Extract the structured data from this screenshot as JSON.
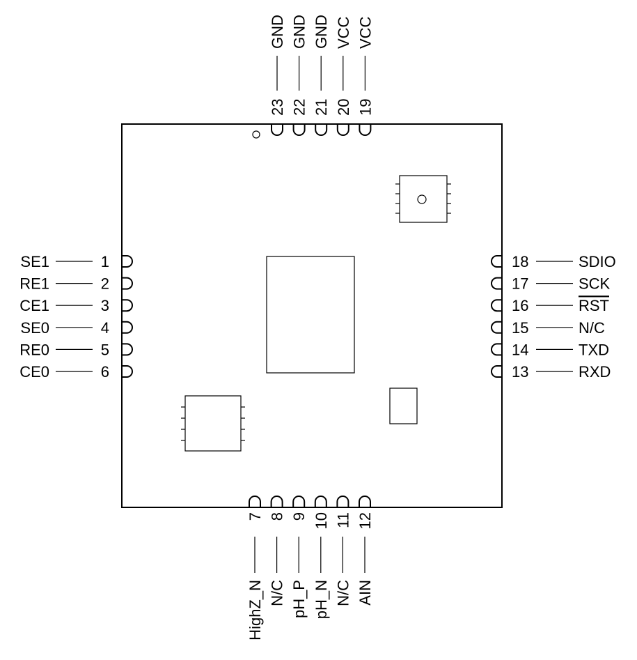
{
  "module": {
    "left_pins": [
      {
        "number": "1",
        "name": "SE1"
      },
      {
        "number": "2",
        "name": "RE1"
      },
      {
        "number": "3",
        "name": "CE1"
      },
      {
        "number": "4",
        "name": "SE0"
      },
      {
        "number": "5",
        "name": "RE0"
      },
      {
        "number": "6",
        "name": "CE0"
      }
    ],
    "right_pins": [
      {
        "number": "18",
        "name": "SDIO"
      },
      {
        "number": "17",
        "name": "SCK"
      },
      {
        "number": "16",
        "name": "RST",
        "overline": true
      },
      {
        "number": "15",
        "name": "N/C"
      },
      {
        "number": "14",
        "name": "TXD"
      },
      {
        "number": "13",
        "name": "RXD"
      }
    ],
    "top_pins": [
      {
        "number": "23",
        "name": "GND"
      },
      {
        "number": "22",
        "name": "GND"
      },
      {
        "number": "21",
        "name": "GND"
      },
      {
        "number": "20",
        "name": "VCC"
      },
      {
        "number": "19",
        "name": "VCC"
      }
    ],
    "bottom_pins": [
      {
        "number": "7",
        "name": "HighZ_N"
      },
      {
        "number": "8",
        "name": "N/C"
      },
      {
        "number": "9",
        "name": "pH_P"
      },
      {
        "number": "10",
        "name": "pH_N"
      },
      {
        "number": "11",
        "name": "N/C"
      },
      {
        "number": "12",
        "name": "AIN"
      }
    ]
  }
}
